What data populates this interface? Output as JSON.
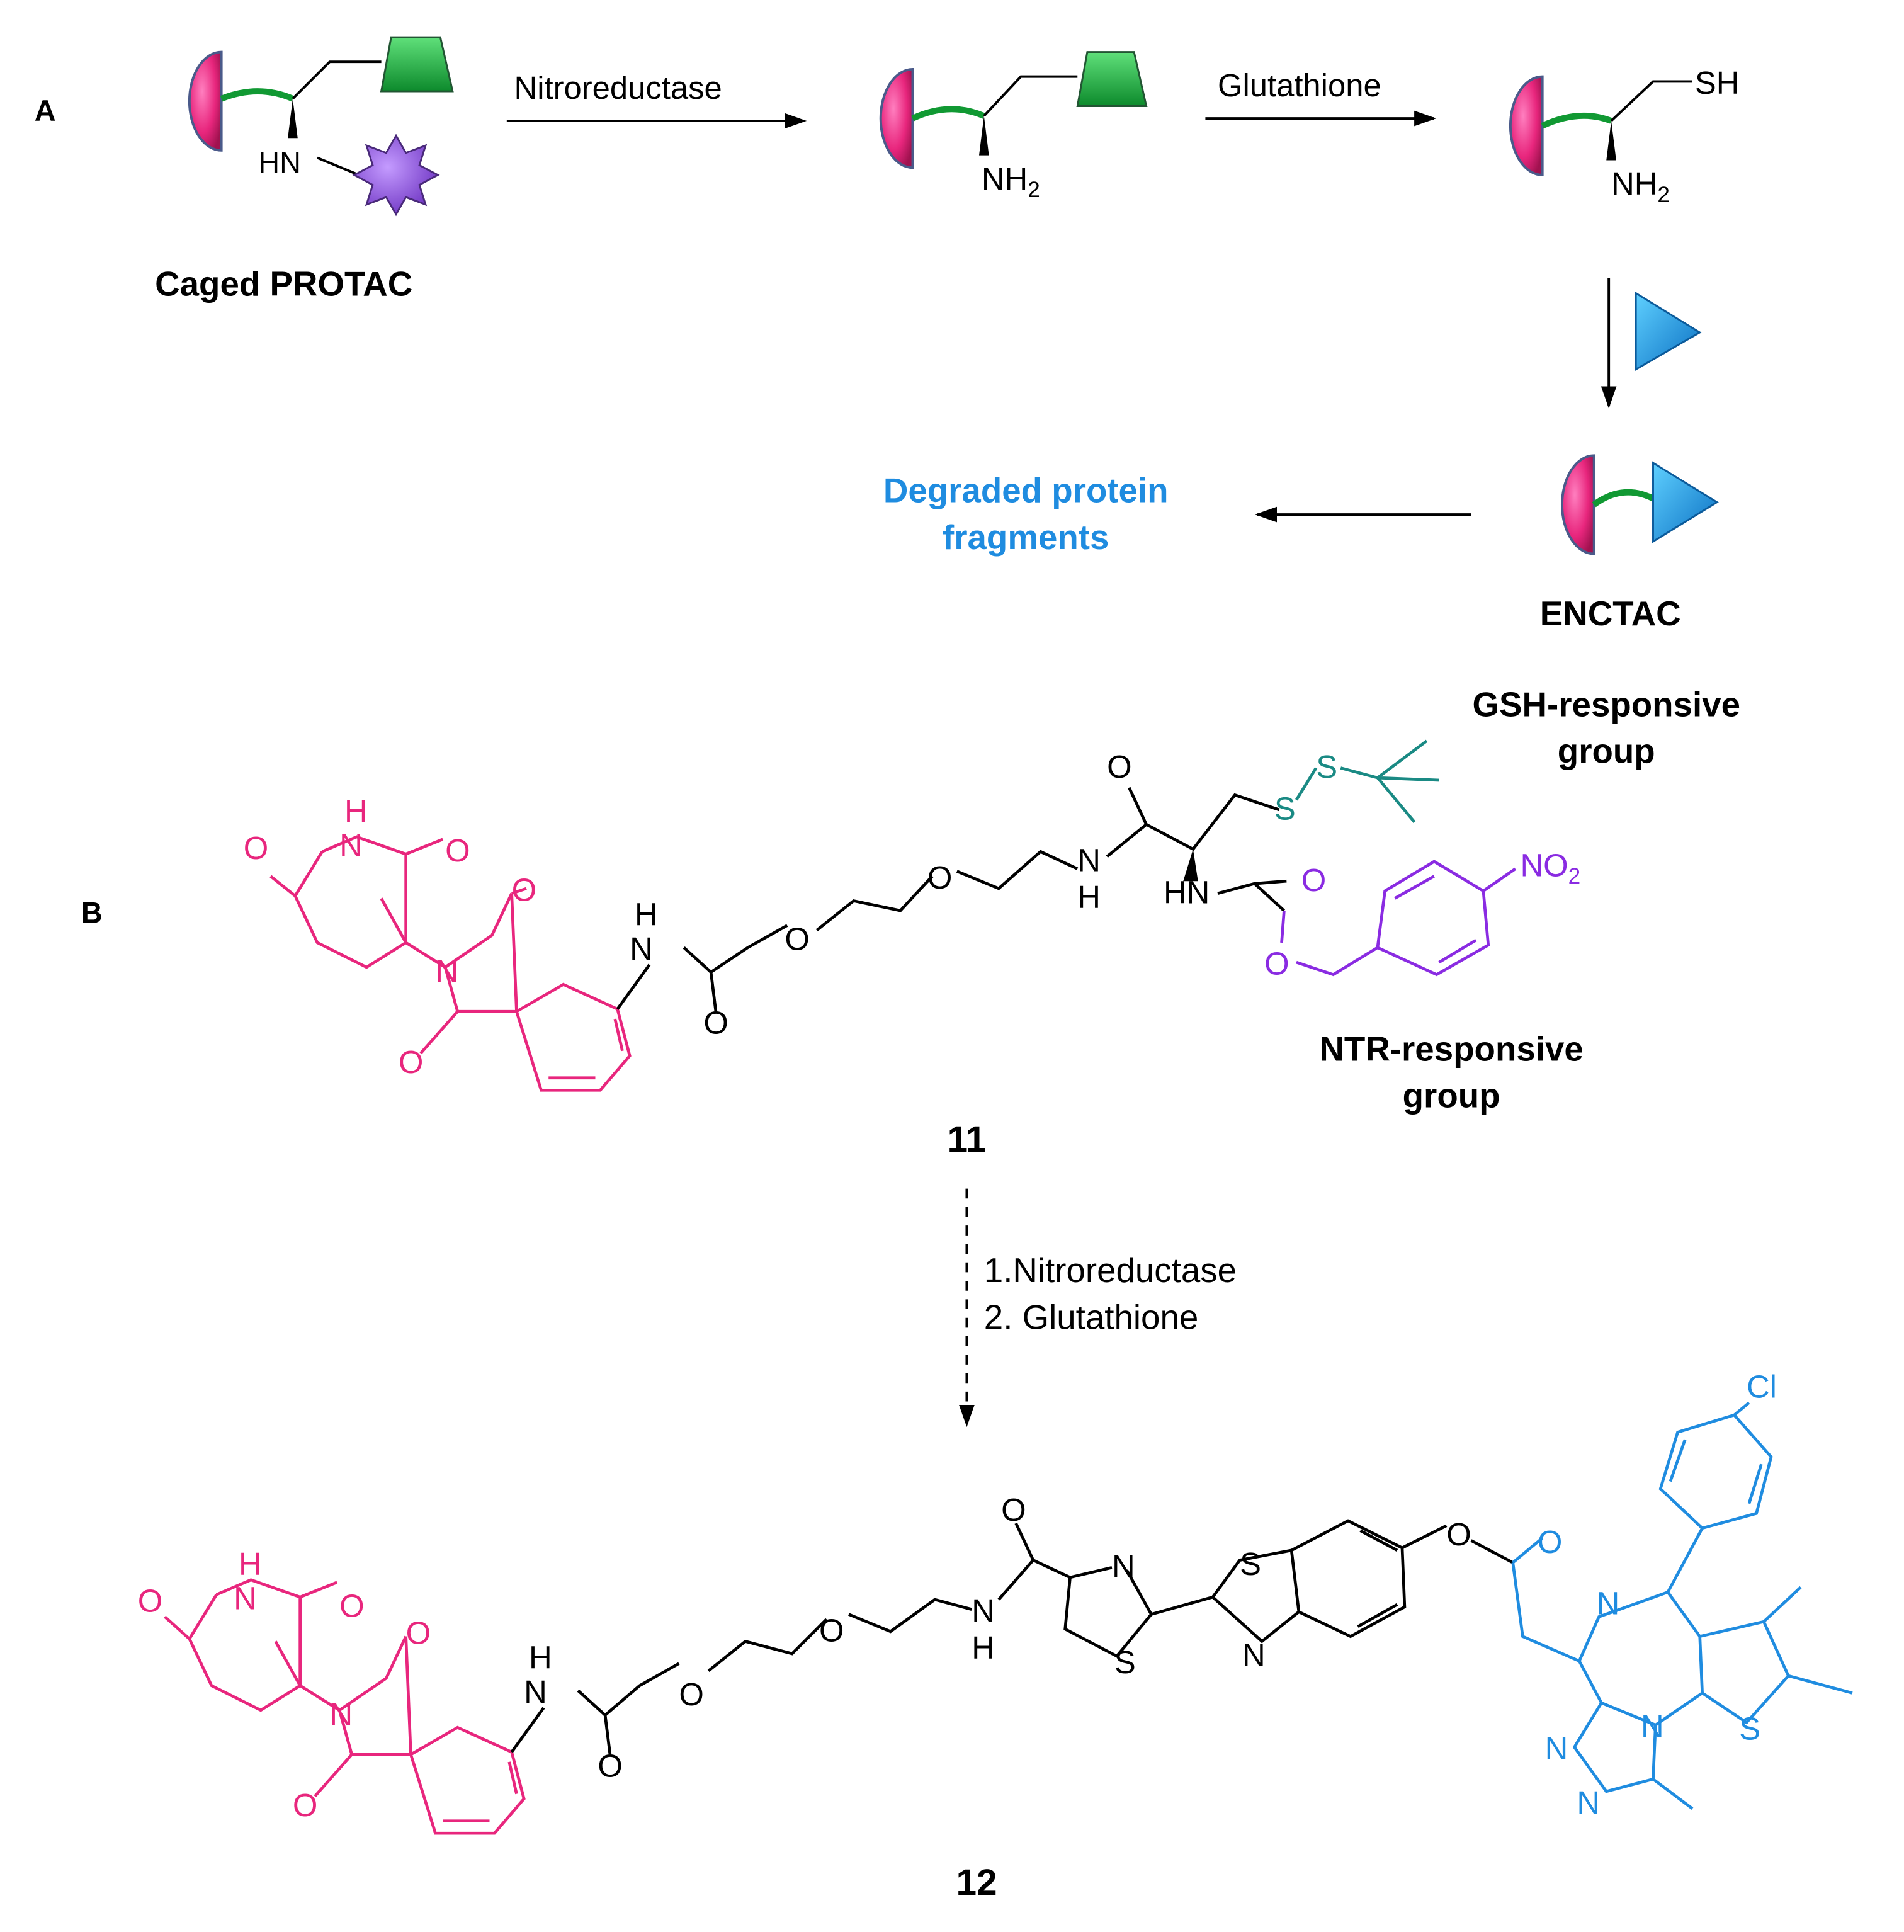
{
  "panel_a": {
    "label": "A",
    "caged_label": "Caged PROTAC",
    "step1_reagent": "Nitroreductase",
    "step2_reagent": "Glutathione",
    "hn_label": "HN",
    "nh2_label_1": "NH",
    "nh2_label_2": "NH",
    "nh2_sub": "2",
    "sh_label": "SH",
    "enctac_label": "ENCTAC",
    "degraded_line1": "Degraded protein",
    "degraded_line2": "fragments"
  },
  "panel_b": {
    "label": "B",
    "gsh_line1": "GSH-responsive",
    "gsh_line2": "group",
    "ntr_line1": "NTR-responsive",
    "ntr_line2": "group",
    "compound_11": "11",
    "compound_12": "12",
    "step1": "1.Nitroreductase",
    "step2": "2. Glutathione",
    "atoms": {
      "O": "O",
      "N": "N",
      "H": "H",
      "S": "S",
      "HN": "HN",
      "NO2": "NO",
      "NO2_sub": "2",
      "Cl": "Cl"
    }
  },
  "colors": {
    "magenta": "#e8267d",
    "purple": "#8a2be2",
    "teal": "#1a8a84",
    "blue": "#1f8ce0",
    "green": "#119933",
    "black": "#000000"
  },
  "icons": [
    "e3-ligand-half-disc-icon",
    "green-trapezoid-icon",
    "purple-star-cage-icon",
    "blue-triangle-warhead-icon",
    "reaction-arrow-icon"
  ]
}
